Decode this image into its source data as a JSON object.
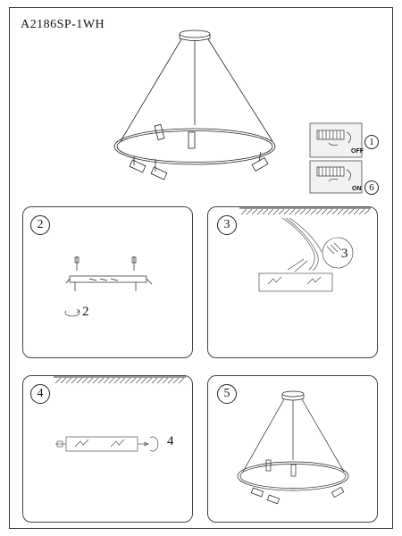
{
  "document": {
    "model": "A2186SP-1WH"
  },
  "switch_panel": {
    "off_label": "OFF",
    "off_step": "①",
    "on_label": "ON",
    "on_step": "6"
  },
  "steps": [
    {
      "number": "2",
      "callout": "2"
    },
    {
      "number": "3",
      "callout": "3"
    },
    {
      "number": "4",
      "callout": "4"
    },
    {
      "number": "5"
    }
  ]
}
